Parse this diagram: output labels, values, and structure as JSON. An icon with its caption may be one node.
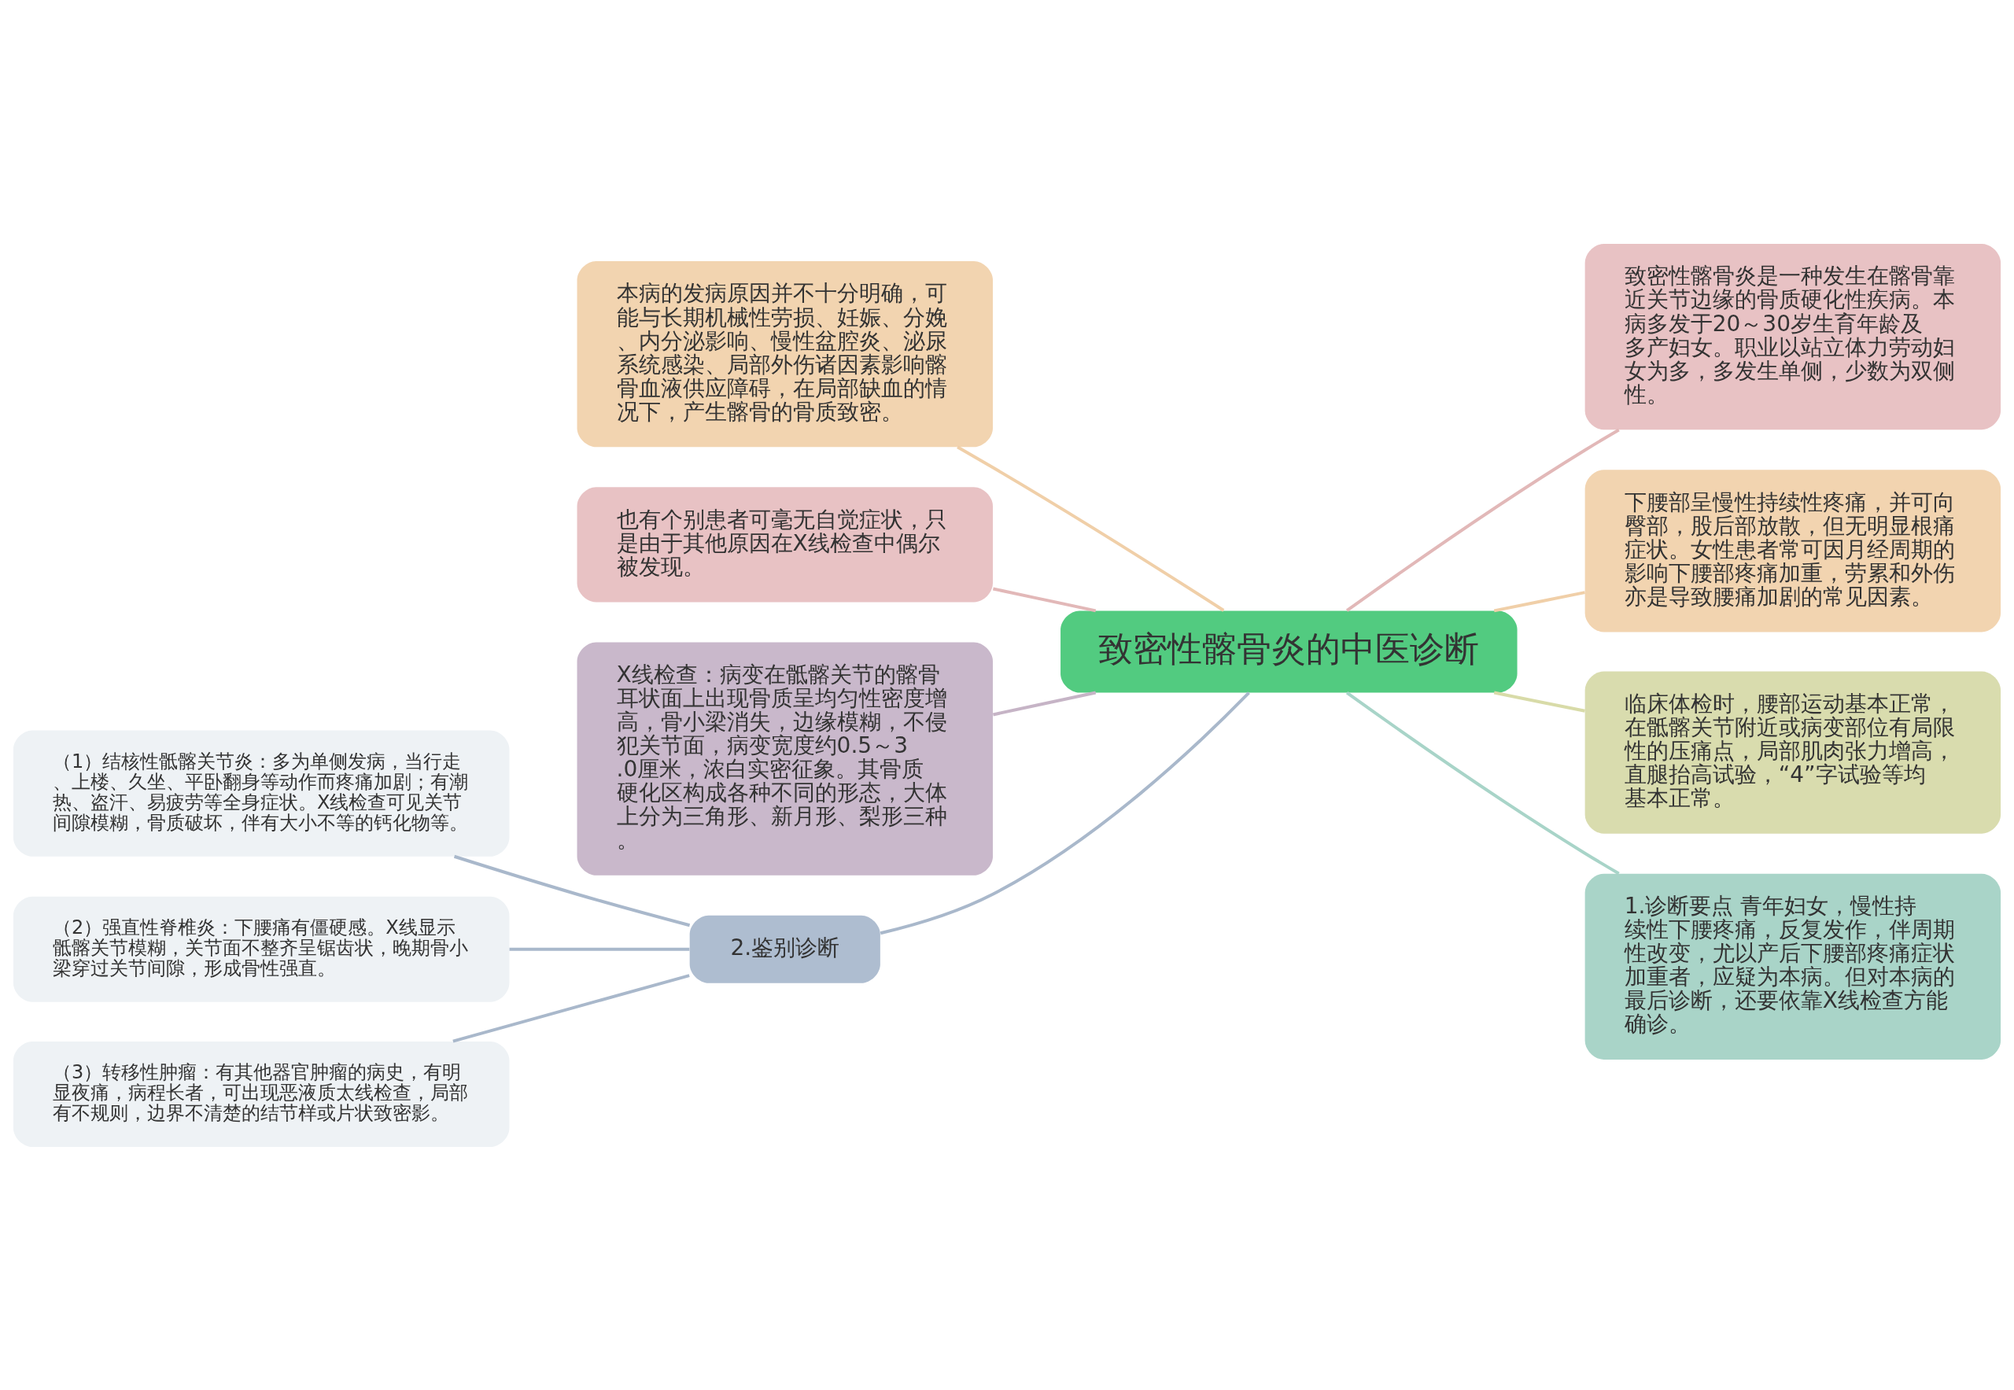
{
  "diagram": {
    "nodes": [
      {
        "text": [
          "致密性髂骨炎的中医诊断"
        ]
      },
      {
        "text": [
          "本病的发病原因并不十分明确，可能与长期机械性劳损、妊娠、分娩、内分泌影响、慢性盆腔炎、泌尿系统感染、局部外伤诸因素影响髂骨血液供应障碍，在局部缺血的情况下，产生髂骨的骨质致密。"
        ]
      },
      {
        "text": [
          "也有个别患者可毫无自觉症状，只是由于其他原因在X线检查中偶尔被发现。"
        ]
      },
      {
        "text": [
          "X线检查：病变在骶髂关节的髂骨耳状面上出现骨质呈均匀性密度增高，骨小梁消失，边缘模糊，不侵犯关节面，病变宽度约0.5～3.0厘米，浓白实密征象。其骨质硬化区构成各种不同的形态，大体上分为三角形、新月形、梨形三种。"
        ]
      },
      {
        "text": [
          "2.鉴别诊断"
        ]
      },
      {
        "text": [
          "（1）结核性骶髂关节炎：多为单侧发病，当行走、上楼、久坐、平卧翻身等动作而疼痛加剧；有潮热、盗汗、易疲劳等全身症状。X线检查可见关节间隙模糊，骨质破坏，伴有大小不等的钙化物等。"
        ]
      },
      {
        "text": [
          "（2）强直性脊椎炎：下腰痛有僵硬感。X线显示骶髂关节模糊，关节面不整齐呈锯齿状，晚期骨小梁穿过关节间隙，形成骨性强直。"
        ]
      },
      {
        "text": [
          "（3）转移性肿瘤：有其他器官肿瘤的病史，有明显夜痛，病程长者，可出现恶液质太线检查，局部有不规则，边界不清楚的结节样或片状致密影。"
        ]
      },
      {
        "text": [
          "致密性髂骨炎是一种发生在髂骨靠近关节边缘的骨质硬化性疾病。本病多发于20～30岁生育年龄及多产妇女。职业以站立体力劳动妇女为多，多发生单侧，少数为双侧性。"
        ]
      },
      {
        "text": [
          "下腰部呈慢性持续性疼痛，并可向臀部，股后部放散，但无明显根痛症状。女性患者常可因月经周期的影响下腰部疼痛加重，劳累和外伤亦是导致腰痛加剧的常见因素。"
        ]
      },
      {
        "text": [
          "临床体检时，腰部运动基本正常，在骶髂关节附近或病变部位有局限性的压痛点，局部肌肉张力增高，直腿抬高试验，“4”字试验等均基本正常。"
        ]
      },
      {
        "text": [
          "1.诊断要点 青年妇女，慢性持续性下腰疼痛，反复发作，伴周期性改变，尤以产后下腰部疼痛症状加重者，应疑为本病。但对本病的最后诊断，还要依靠X线检查方能确诊。"
        ]
      }
    ],
    "edges": [
      {
        "from": 0,
        "to": 1,
        "arrow": "none",
        "color": "#f0cfa8"
      },
      {
        "from": 0,
        "to": 2,
        "arrow": "none",
        "color": "#e2b8b8"
      },
      {
        "from": 0,
        "to": 3,
        "arrow": "none",
        "color": "#c6b4c6"
      },
      {
        "from": 0,
        "to": 4,
        "arrow": "none",
        "color": "#a9b8cb"
      },
      {
        "from": 4,
        "to": 5,
        "arrow": "none",
        "color": "#a9b8cb"
      },
      {
        "from": 4,
        "to": 6,
        "arrow": "none",
        "color": "#a9b8cb"
      },
      {
        "from": 4,
        "to": 7,
        "arrow": "none",
        "color": "#a9b8cb"
      },
      {
        "from": 0,
        "to": 8,
        "arrow": "none",
        "color": "#e2b8b8"
      },
      {
        "from": 0,
        "to": 9,
        "arrow": "none",
        "color": "#f0cfa8"
      },
      {
        "from": 0,
        "to": 10,
        "arrow": "none",
        "color": "#d8dba8"
      },
      {
        "from": 0,
        "to": 11,
        "arrow": "none",
        "color": "#a8d4c8"
      }
    ]
  }
}
